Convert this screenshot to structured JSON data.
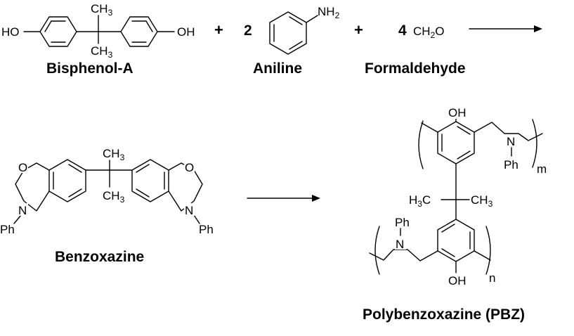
{
  "reactants": {
    "bisphenol": {
      "label": "Bisphenol-A",
      "ch3_top": "CH",
      "ch3_top_sub": "3",
      "ch3_bottom": "CH",
      "ch3_bottom_sub": "3",
      "ho": "HO",
      "oh": "OH"
    },
    "plus_1": "+",
    "aniline": {
      "coefficient": "2",
      "label": "Aniline",
      "nh2": "NH",
      "nh2_sub": "2"
    },
    "plus_2": "+",
    "formaldehyde": {
      "coefficient": "4",
      "formula_a": "CH",
      "formula_sub": "2",
      "formula_b": "O",
      "label": "Formaldehyde"
    }
  },
  "benzoxazine": {
    "label": "Benzoxazine",
    "ch3_top": "CH",
    "ch3_top_sub": "3",
    "ch3_bottom": "CH",
    "ch3_bottom_sub": "3",
    "o_left": "O",
    "o_right": "O",
    "n_left": "N",
    "n_right": "N",
    "ph_left": "Ph",
    "ph_right": "Ph"
  },
  "polybenzoxazine": {
    "label": "Polybenzoxazine (PBZ)",
    "oh_top": "OH",
    "n_top": "N",
    "ph_top": "Ph",
    "m": "m",
    "h3c": "H",
    "h3c_sub": "3",
    "h3c_c": "C",
    "ch3": "CH",
    "ch3_sub": "3",
    "ph_bottom": "Ph",
    "n_bottom": "N",
    "oh_bottom": "OH",
    "n": "n"
  }
}
